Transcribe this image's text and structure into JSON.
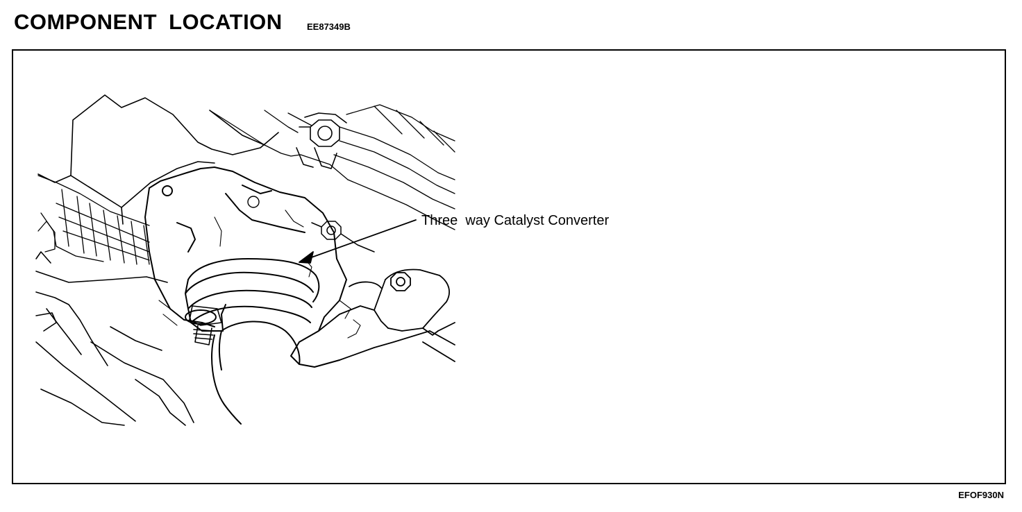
{
  "header": {
    "title": "COMPONENT  LOCATION",
    "doc_code": "EE87349B"
  },
  "diagram": {
    "callout_label": "Three  way Catalyst Converter"
  },
  "footer": {
    "figure_code": "EFOF930N"
  }
}
